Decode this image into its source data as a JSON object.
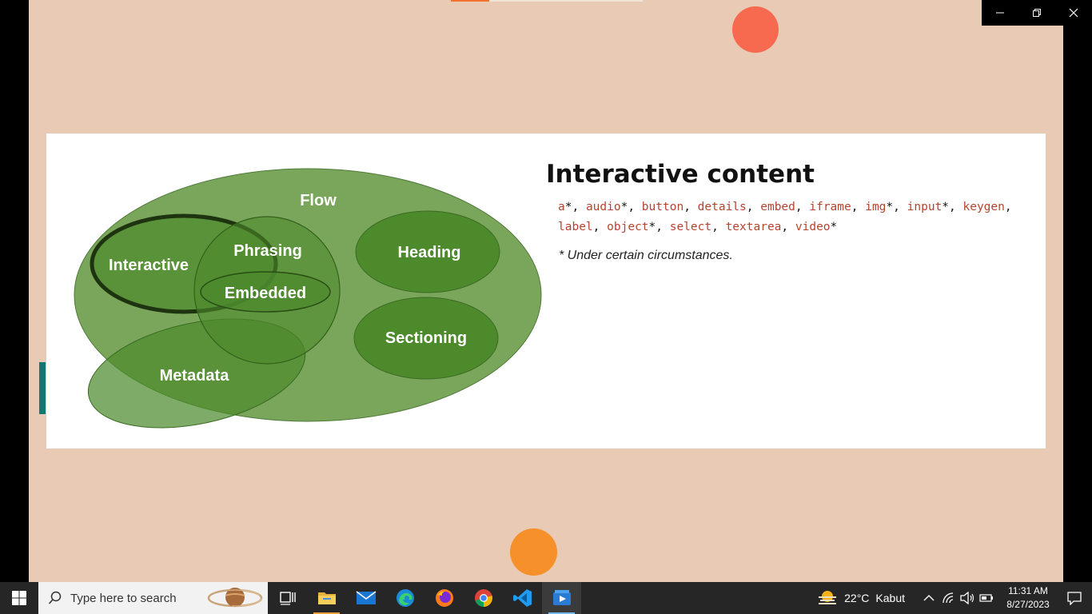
{
  "player": {
    "progress_fraction": 0.2,
    "colors": {
      "background": "#e8cab5",
      "red_dot": "#f76a4f",
      "orange_dot": "#f5902a",
      "progress": "#f2732f"
    }
  },
  "slide": {
    "title": "Interactive content",
    "venn": {
      "flow": "Flow",
      "interactive": "Interactive",
      "phrasing": "Phrasing",
      "embedded": "Embedded",
      "heading": "Heading",
      "sectioning": "Sectioning",
      "metadata": "Metadata"
    },
    "elements": [
      {
        "name": "a",
        "star": true
      },
      {
        "name": "audio",
        "star": true
      },
      {
        "name": "button",
        "star": false
      },
      {
        "name": "details",
        "star": false
      },
      {
        "name": "embed",
        "star": false
      },
      {
        "name": "iframe",
        "star": false
      },
      {
        "name": "img",
        "star": true
      },
      {
        "name": "input",
        "star": true
      },
      {
        "name": "keygen",
        "star": false
      },
      {
        "name": "label",
        "star": false
      },
      {
        "name": "object",
        "star": true
      },
      {
        "name": "select",
        "star": false
      },
      {
        "name": "textarea",
        "star": false
      },
      {
        "name": "video",
        "star": true
      }
    ],
    "footnote": "* Under certain circumstances."
  },
  "window_controls": {
    "minimize": "minimize-icon",
    "restore": "restore-icon",
    "close": "close-icon"
  },
  "taskbar": {
    "search_placeholder": "Type here to search",
    "apps": [
      "task-view",
      "file-explorer",
      "mail",
      "edge",
      "firefox",
      "chrome",
      "vscode",
      "video-player"
    ],
    "weather_temp": "22°C",
    "weather_desc": "Kabut",
    "time": "11:31 AM",
    "date": "8/27/2023"
  }
}
